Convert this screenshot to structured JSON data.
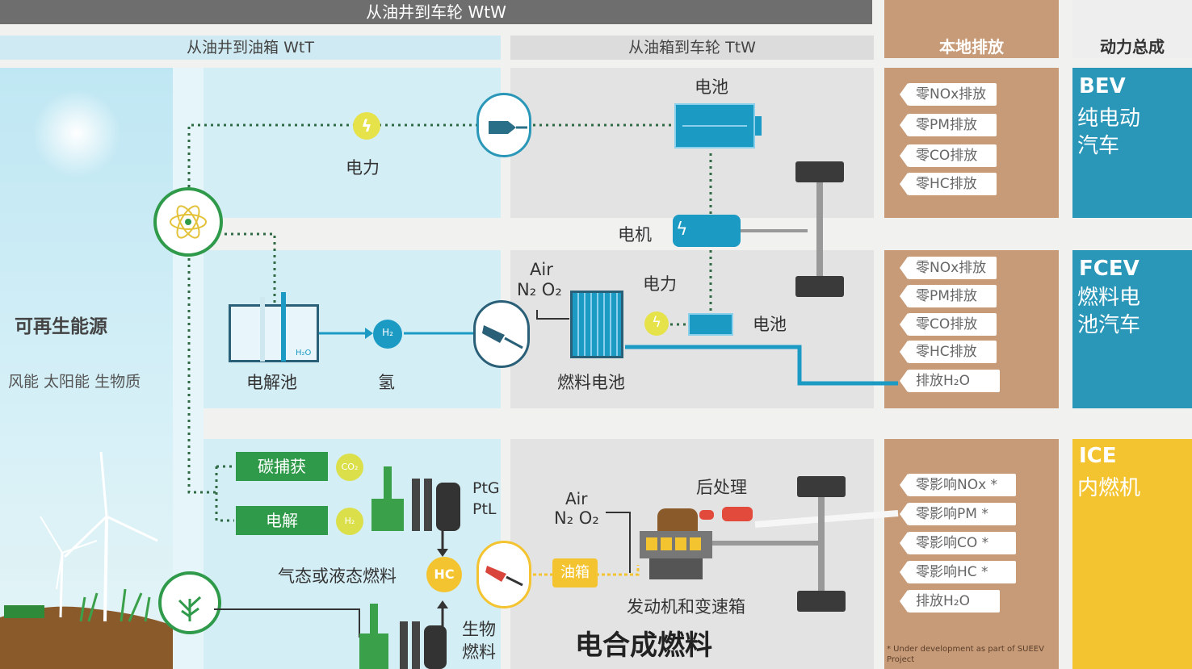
{
  "headers": {
    "wtw": "从油井到车轮 WtW",
    "wtt": "从油井到油箱 WtT",
    "ttw": "从油箱到车轮 TtW",
    "local_emission": "本地排放",
    "powertrain": "动力总成"
  },
  "renewable": {
    "title": "可再生能源",
    "subtitle": "风能 太阳能 生物质"
  },
  "badges": {
    "green_electrons": "GREEN ELECTRONS",
    "biomass": "BIOMASS"
  },
  "bev_row": {
    "electricity": "电力",
    "battery": "电池",
    "motor": "电机"
  },
  "fcev_row": {
    "air_label": "Air",
    "n2o2_label": "N₂ O₂",
    "electricity": "电力",
    "battery": "电池",
    "fuel_cell": "燃料电池",
    "electrolyzer": "电解池",
    "h2_icon": "H₂",
    "water_icon": "H₂O",
    "hydrogen": "氢"
  },
  "ice_row": {
    "carbon_capture": "碳捕获",
    "co2_icon": "CO₂",
    "electrolysis": "电解",
    "h2_icon": "H₂",
    "ptg_ptl": "PtG\nPtL",
    "gas_liquid_fuel": "气态或液态燃料",
    "hc": "HC",
    "tank": "油箱",
    "air_label": "Air",
    "n2o2_label": "N₂ O₂",
    "after_treatment": "后处理",
    "engine_gearbox": "发动机和变速箱",
    "biofuel": "生物\n燃料",
    "efuel_title": "电合成燃料"
  },
  "emissions": {
    "bev": [
      "零NOx排放",
      "零PM排放",
      "零CO排放",
      "零HC排放"
    ],
    "fcev": [
      "零NOx排放",
      "零PM排放",
      "零CO排放",
      "零HC排放",
      "排放H₂O"
    ],
    "ice": [
      "零影响NOx *",
      "零影响PM *",
      "零影响CO *",
      "零影响HC *",
      "排放H₂O"
    ],
    "footnote": "* Under development as part of SUEEV Project"
  },
  "powertrains": {
    "bev": {
      "code": "BEV",
      "name": "纯电动\n汽车"
    },
    "fcev": {
      "code": "FCEV",
      "name": "燃料电\n池汽车"
    },
    "ice": {
      "code": "ICE",
      "name": "内燃机"
    }
  },
  "colors": {
    "blue": "#2a97b8",
    "tan": "#c79b78",
    "yellow": "#f4c430",
    "green": "#2f9a4a",
    "cyan_line": "#1b9ac4"
  }
}
